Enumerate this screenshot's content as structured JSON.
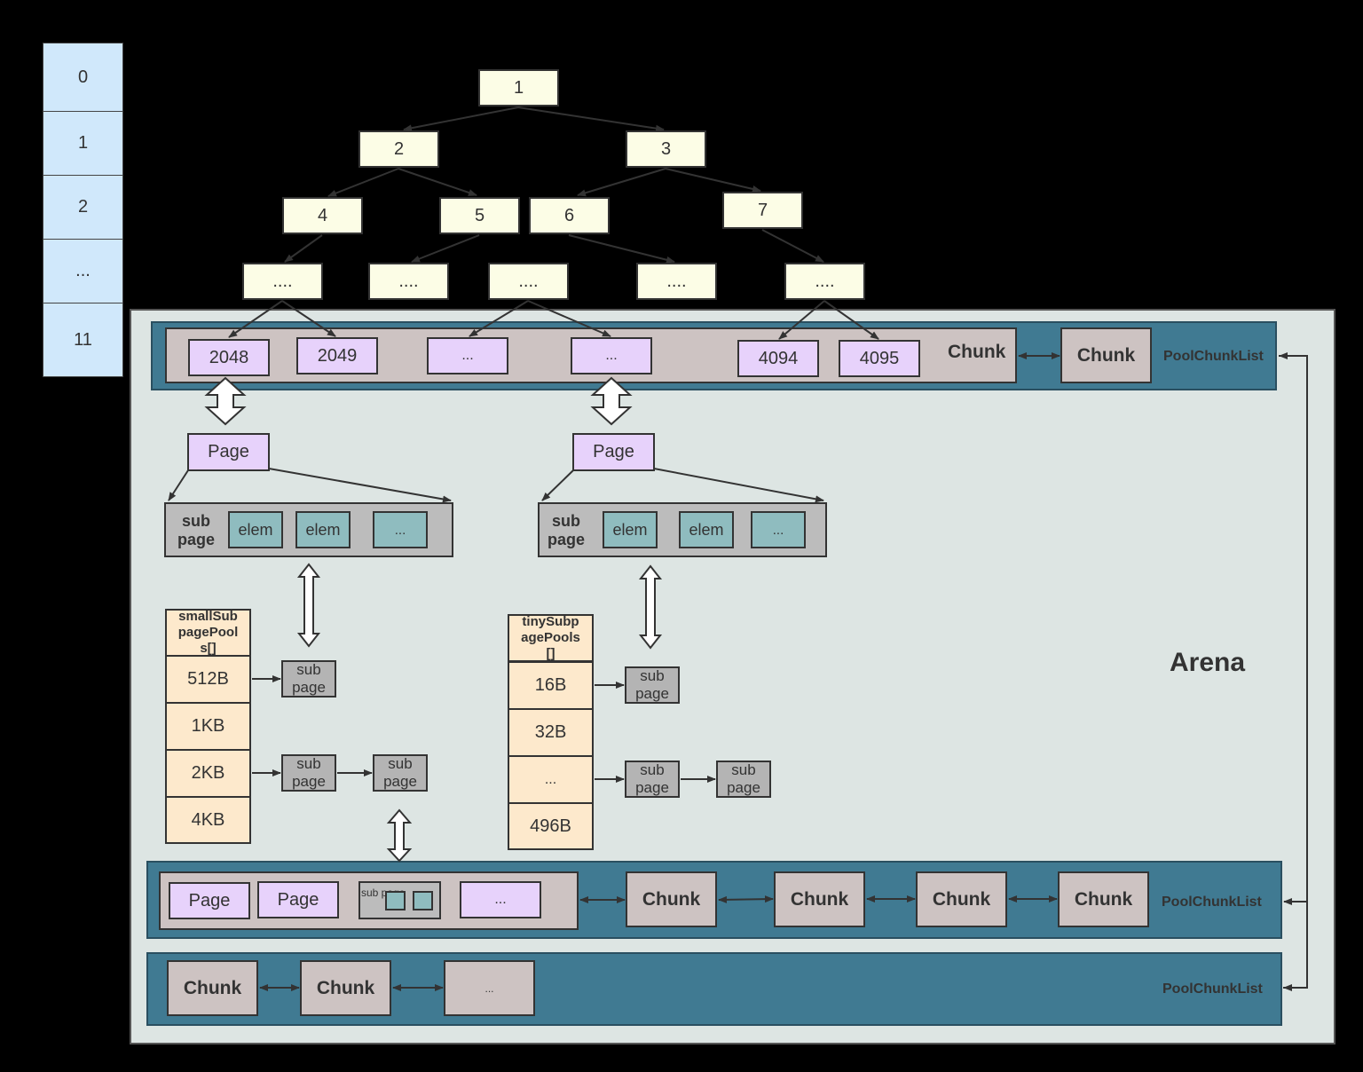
{
  "depth_column": [
    "0",
    "1",
    "2",
    "...",
    "11"
  ],
  "tree": {
    "n1": "1",
    "n2": "2",
    "n3": "3",
    "n4": "4",
    "n5": "5",
    "n6": "6",
    "n7": "7",
    "dots": "...."
  },
  "arena": {
    "label": "Arena",
    "chunk_label": "Chunk",
    "pool_chunk_list_label": "PoolChunkList",
    "top_row": {
      "cells": [
        "2048",
        "2049",
        "...",
        "...",
        "4094",
        "4095"
      ],
      "chunk_in_body": "Chunk",
      "chunk_next": "Chunk"
    },
    "page_label": "Page",
    "subpage_label_line1": "sub",
    "subpage_label_line2": "page",
    "elem_label": "elem",
    "ellipsis": "...",
    "small_pool": {
      "title": "smallSubpagePools[]",
      "title_lines": [
        "smallSub",
        "pagePool",
        "s[]"
      ],
      "rows": [
        "512B",
        "1KB",
        "2KB",
        "4KB"
      ]
    },
    "tiny_pool": {
      "title": "tinySubpagePools[]",
      "title_lines": [
        "tinySubp",
        "agePools",
        "[]"
      ],
      "rows": [
        "16B",
        "32B",
        "...",
        "496B"
      ]
    },
    "middle_row": {
      "pages": [
        "Page",
        "Page"
      ],
      "subpage_small": "sub page",
      "ellipsis": "...",
      "chunks": [
        "Chunk",
        "Chunk",
        "Chunk",
        "Chunk"
      ]
    },
    "bottom_row": {
      "chunks": [
        "Chunk",
        "Chunk"
      ],
      "ellipsis": "..."
    }
  },
  "colors": {
    "background": "#000000",
    "depth_cell": "#d0e8fb",
    "tree_node": "#fcfde6",
    "arena": "#dde5e3",
    "pool_chunk_list": "#407a92",
    "chunk": "#cdc3c2",
    "page": "#e7d2fb",
    "subpage": "#bcbcbc",
    "elem": "#8fbcbf",
    "pool": "#fde9cc"
  }
}
